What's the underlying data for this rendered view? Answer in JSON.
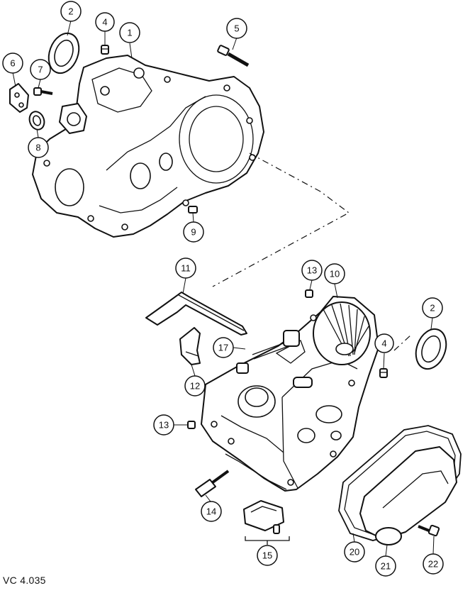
{
  "callouts": [
    "1",
    "2",
    "4",
    "5",
    "6",
    "7",
    "8",
    "9",
    "11",
    "13",
    "10",
    "2",
    "17",
    "4",
    "12",
    "13",
    "14",
    "15",
    "20",
    "21",
    "22"
  ],
  "reference": "VC 4.035"
}
